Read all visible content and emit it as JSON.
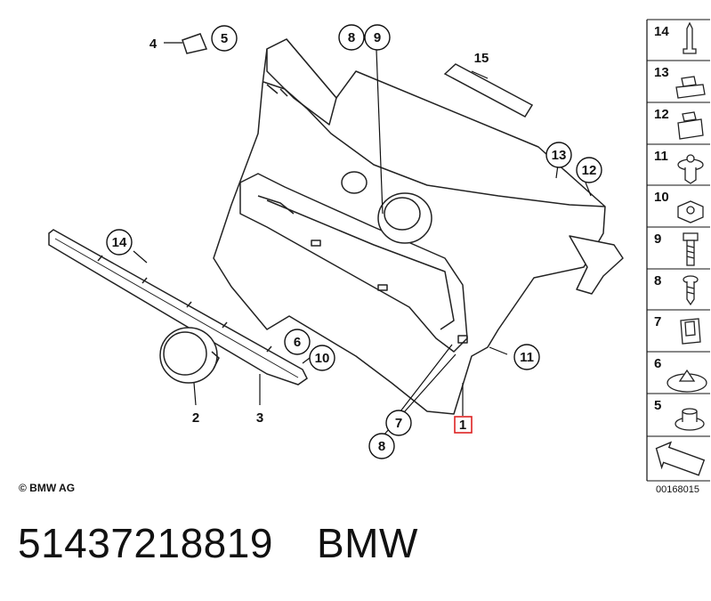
{
  "diagram": {
    "callouts": {
      "c1": "1",
      "c2": "2",
      "c3": "3",
      "c4": "4",
      "c5": "5",
      "c6": "6",
      "c7": "7",
      "c8a": "8",
      "c8b": "8",
      "c9": "9",
      "c10": "10",
      "c11": "11",
      "c12": "12",
      "c13": "13",
      "c14": "14",
      "c15": "15"
    },
    "sidebar": {
      "p14": "14",
      "p13": "13",
      "p12": "12",
      "p11": "11",
      "p10": "10",
      "p9": "9",
      "p8": "8",
      "p7": "7",
      "p6": "6",
      "p5": "5"
    },
    "copyright": "© BMW AG",
    "diagram_code": "00168015"
  },
  "footer": {
    "part_number": "51437218819",
    "brand": "BMW"
  }
}
